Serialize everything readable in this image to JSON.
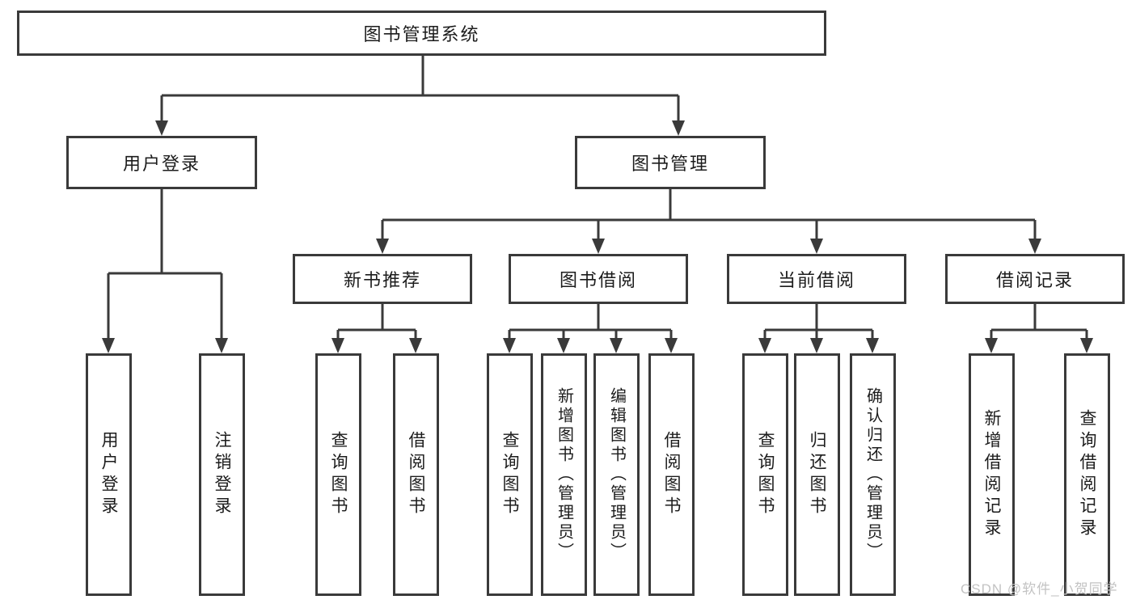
{
  "diagram_type": "hierarchy-tree",
  "colors": {
    "background": "#ffffff",
    "line": "#3a3a3a",
    "box_border": "#3a3a3a",
    "box_fill": "#ffffff",
    "text": "#1c1c1c",
    "watermark": "#c3c3c3"
  },
  "tree": {
    "root": {
      "label": "图书管理系统"
    },
    "user_login": {
      "label": "用户登录",
      "children": {
        "login": {
          "label": "用户登录"
        },
        "logout": {
          "label": "注销登录"
        }
      }
    },
    "book_mgmt": {
      "label": "图书管理",
      "children": {
        "new_books": {
          "label": "新书推荐",
          "children": {
            "query_books": {
              "label": "查询图书"
            },
            "borrow_books": {
              "label": "借阅图书"
            }
          }
        },
        "book_borrow": {
          "label": "图书借阅",
          "children": {
            "query_books": {
              "label": "查询图书"
            },
            "add_books": {
              "label": "新增图书（管理员）"
            },
            "edit_books": {
              "label": "编辑图书（管理员）"
            },
            "borrow_books": {
              "label": "借阅图书"
            }
          }
        },
        "current_borrow": {
          "label": "当前借阅",
          "children": {
            "query_books": {
              "label": "查询图书"
            },
            "return_books": {
              "label": "归还图书"
            },
            "confirm_return": {
              "label": "确认归还（管理员）"
            }
          }
        },
        "borrow_records": {
          "label": "借阅记录",
          "children": {
            "add_record": {
              "label": "新增借阅记录"
            },
            "query_record": {
              "label": "查询借阅记录"
            }
          }
        }
      }
    }
  },
  "watermark": {
    "text": "CSDN @软件_小贺同学"
  }
}
